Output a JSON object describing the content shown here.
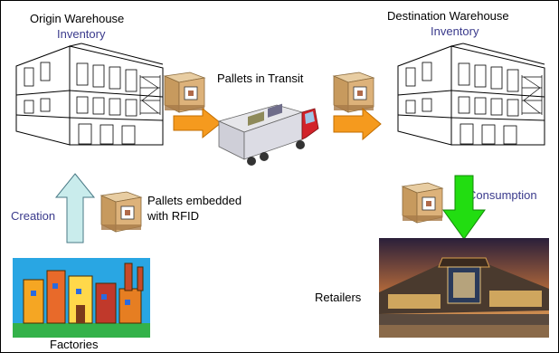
{
  "labels": {
    "origin_title": "Origin Warehouse",
    "origin_sub": "Inventory",
    "dest_title": "Destination Warehouse",
    "dest_sub": "Inventory",
    "transit": "Pallets in Transit",
    "creation": "Creation",
    "rfid_line1": "Pallets embedded",
    "rfid_line2": "with RFID",
    "consumption": "Consumption",
    "retailers": "Retailers",
    "factories": "Factories"
  },
  "colors": {
    "inventory_text": "#3a3a8c",
    "right_arrow": "#f59a1e",
    "up_arrow": "#c9ecec",
    "down_arrow": "#22dd11"
  },
  "icons": {
    "warehouse": "warehouse-building-icon",
    "pallet": "rfid-pallet-box-icon",
    "truck": "transport-truck-icon",
    "factory": "factory-clipart-icon",
    "retailer": "retail-mall-photo-icon"
  }
}
